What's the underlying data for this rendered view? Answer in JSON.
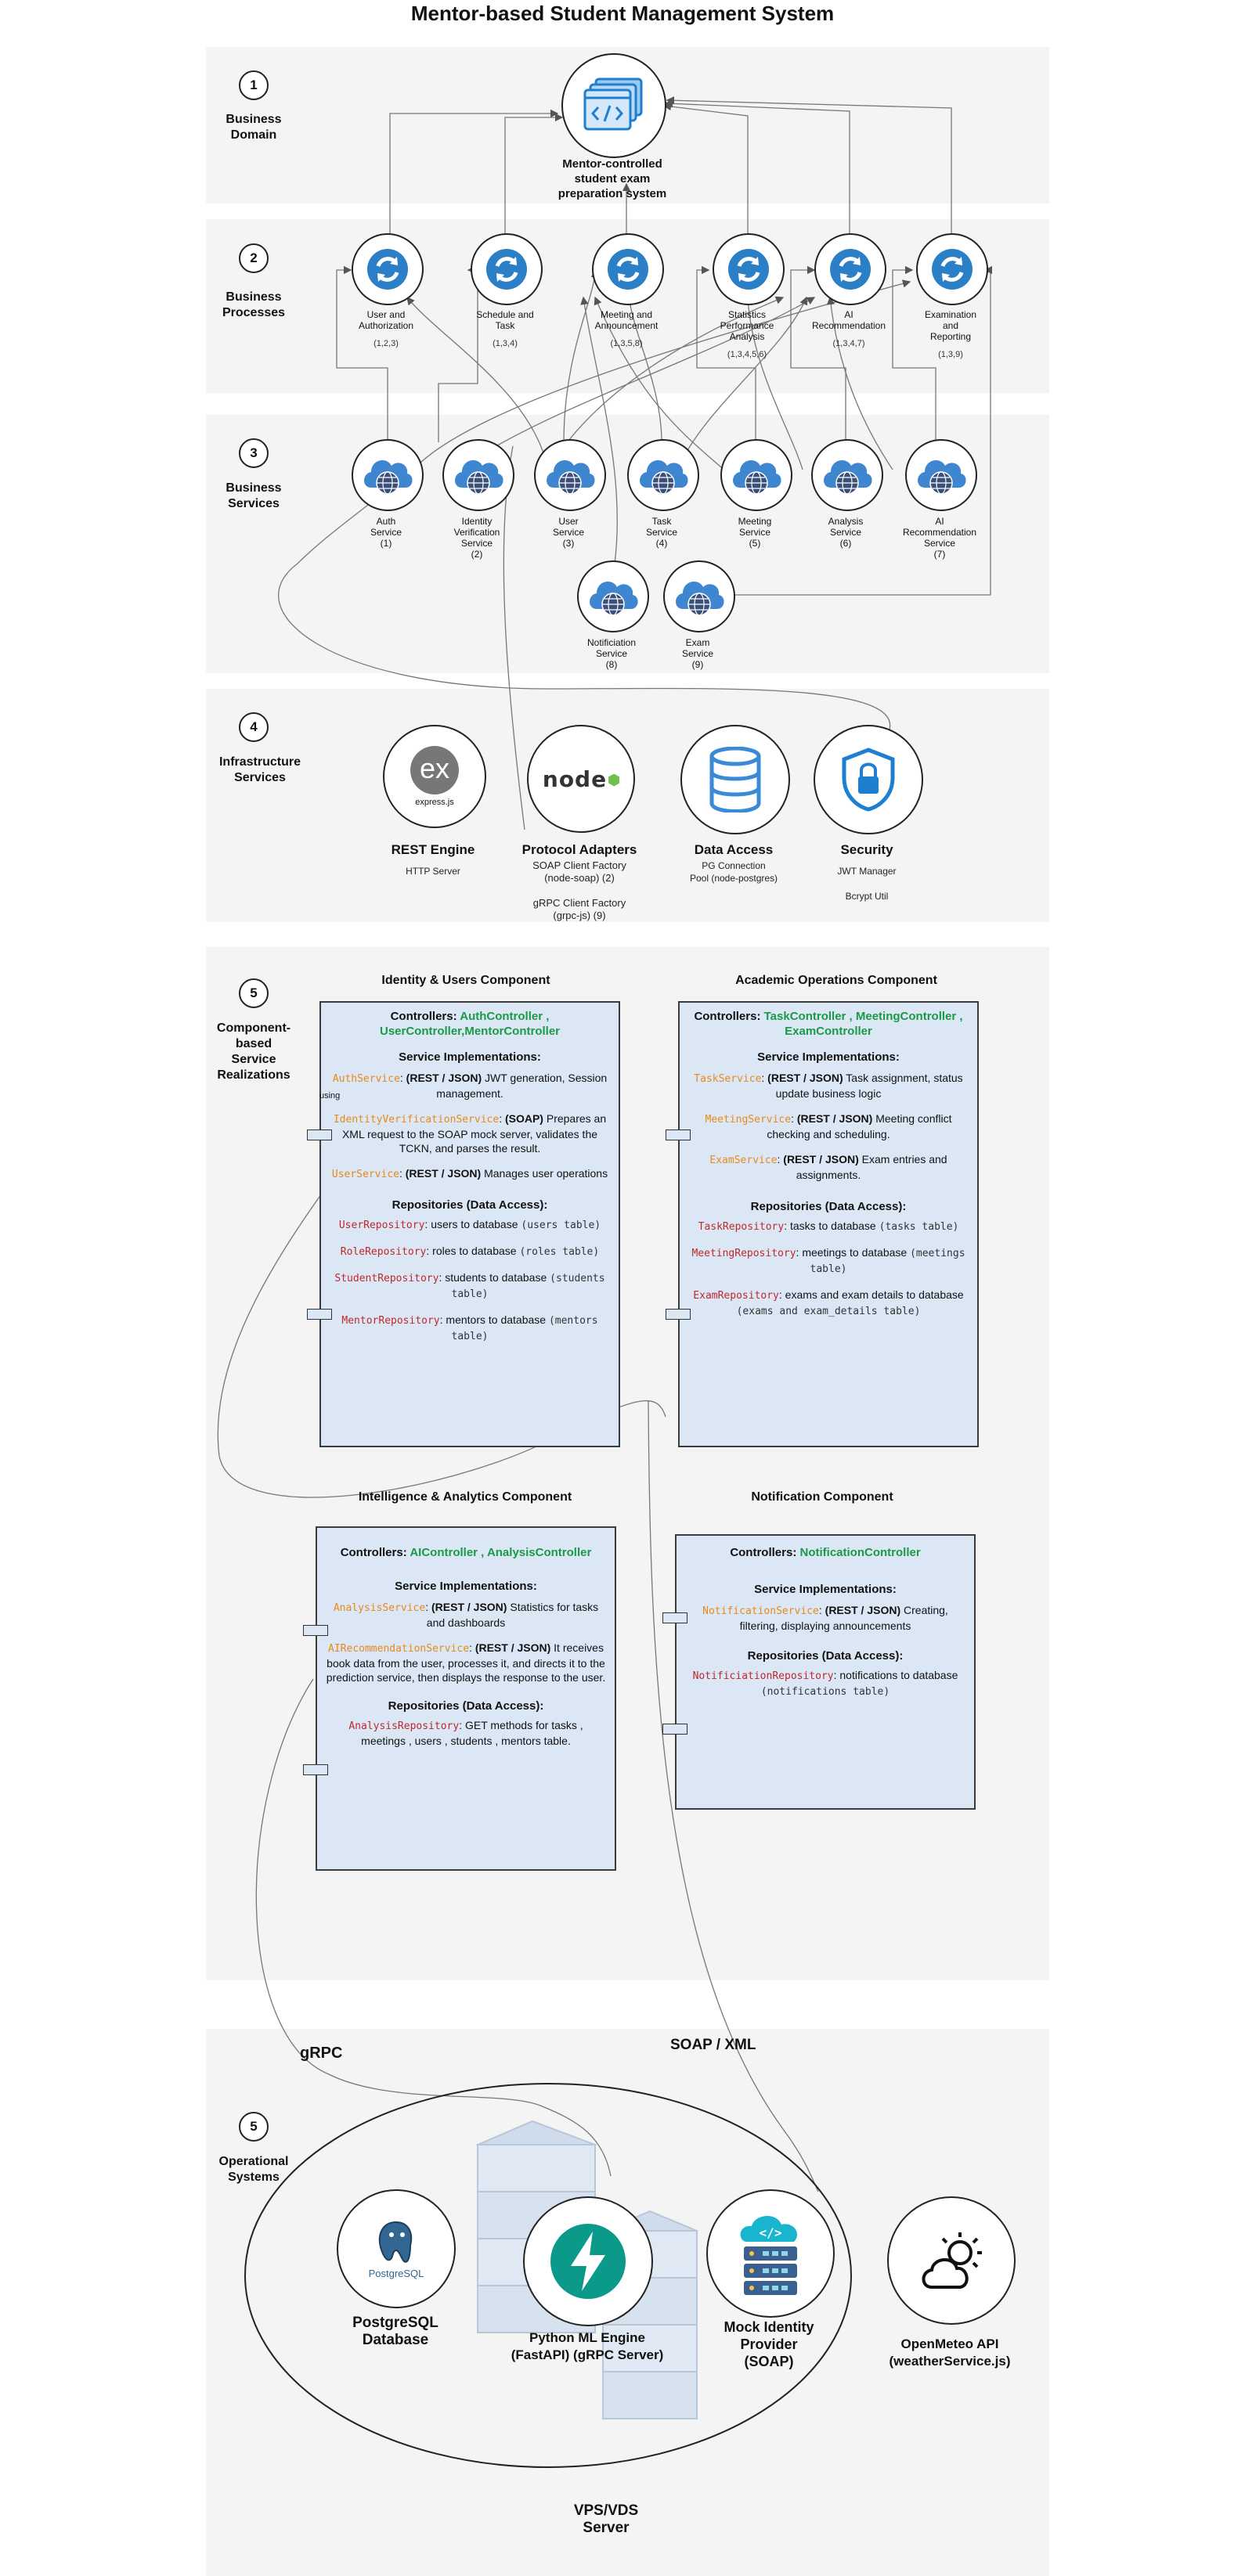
{
  "title": "Mentor-based Student Management System",
  "layers": [
    {
      "num": "1",
      "name": "Business\nDomain"
    },
    {
      "num": "2",
      "name": "Business\nProcesses"
    },
    {
      "num": "3",
      "name": "Business\nServices"
    },
    {
      "num": "4",
      "name": "Infrastructure\nServices"
    },
    {
      "num": "5",
      "name": "Component-\nbased\nService\nRealizations"
    },
    {
      "num": "5",
      "name": "Operational\nSystems"
    }
  ],
  "domain_node": {
    "label": "Mentor-controlled\nstudent exam\npreparation system",
    "icon": "code-window-icon"
  },
  "processes": [
    {
      "label": "User and\nAuthorization",
      "code": "(1,2,3)"
    },
    {
      "label": "Schedule and\nTask",
      "code": "(1,3,4)"
    },
    {
      "label": "Meeting and\nAnnouncement",
      "code": "(1,3,5,8)"
    },
    {
      "label": "Statistics\nPerformance\nAnalysis",
      "code": "(1,3,4,5,6)"
    },
    {
      "label": "AI\nRecommendation",
      "code": "(1,3,4,7)"
    },
    {
      "label": "Examination\nand\nReporting",
      "code": "(1,3,9)"
    }
  ],
  "services": [
    {
      "label": "Auth\nService\n(1)"
    },
    {
      "label": "Identity\nVerification\nService\n(2)"
    },
    {
      "label": "User\nService\n(3)"
    },
    {
      "label": "Task\nService\n(4)"
    },
    {
      "label": "Meeting\nService\n(5)"
    },
    {
      "label": "Analysis\nService\n(6)"
    },
    {
      "label": "AI\nRecommendation\nService\n(7)"
    },
    {
      "label": "Notificiation\nService\n(8)"
    },
    {
      "label": "Exam\nService\n(9)"
    }
  ],
  "infrastructure": [
    {
      "title": "REST Engine",
      "sub": "HTTP Server",
      "logo_text": "ex",
      "logo_caption": "express.js",
      "icon": "express-logo-icon"
    },
    {
      "title": "Protocol Adapters",
      "sub": "SOAP Client Factory\n(node-soap) (2)\n\ngRPC Client Factory\n(grpc-js) (9)",
      "logo_text": "node",
      "icon": "nodejs-logo-icon"
    },
    {
      "title": "Data Access",
      "sub": "PG Connection\nPool (node-postgres)",
      "icon": "database-icon"
    },
    {
      "title": "Security",
      "sub": "JWT Manager\n\nBcrypt Util",
      "icon": "shield-lock-icon"
    }
  ],
  "components": {
    "identity": {
      "title": "Identity & Users Component",
      "controllers_label": "Controllers:",
      "controllers": "AuthController , UserController,MentorController",
      "impl_heading": "Service Implementations:",
      "impl": [
        {
          "name": "AuthService",
          "proto": "(REST / JSON)",
          "desc": "JWT generation, Session management."
        },
        {
          "name": "IdentityVerificationService",
          "proto": "(SOAP)",
          "desc": "Prepares an XML request to the SOAP mock server, validates the TCKN, and parses the result."
        },
        {
          "name": "UserService",
          "proto": "(REST / JSON)",
          "desc": "Manages user operations"
        }
      ],
      "repo_heading": "Repositories (Data Access):",
      "repos": [
        {
          "name": "UserRepository",
          "desc": "users to database",
          "table": "(users table)"
        },
        {
          "name": "RoleRepository",
          "desc": "roles to database",
          "table": "(roles table)"
        },
        {
          "name": "StudentRepository",
          "desc": "students to database",
          "table": "(students table)"
        },
        {
          "name": "MentorRepository",
          "desc": "mentors to database",
          "table": "(mentors table)"
        }
      ],
      "using_label": "using"
    },
    "academic": {
      "title": "Academic Operations Component",
      "controllers_label": "Controllers:",
      "controllers": "TaskController , MeetingController , ExamController",
      "impl_heading": "Service Implementations:",
      "impl": [
        {
          "name": "TaskService",
          "proto": "(REST / JSON)",
          "desc": "Task assignment, status update business logic"
        },
        {
          "name": "MeetingService",
          "proto": "(REST / JSON)",
          "desc": "Meeting conflict checking and scheduling."
        },
        {
          "name": "ExamService",
          "proto": "(REST / JSON)",
          "desc": "Exam entries and assignments."
        }
      ],
      "repo_heading": "Repositories (Data Access):",
      "repos": [
        {
          "name": "TaskRepository",
          "desc": "tasks to database",
          "table": "(tasks table)"
        },
        {
          "name": "MeetingRepository",
          "desc": "meetings to database",
          "table": "(meetings table)"
        },
        {
          "name": "ExamRepository",
          "desc": "exams and exam details to database",
          "table": "(exams and exam_details table)"
        }
      ]
    },
    "intelligence": {
      "title": "Intelligence & Analytics Component",
      "controllers_label": "Controllers:",
      "controllers": "AIController , AnalysisController",
      "impl_heading": "Service Implementations:",
      "impl": [
        {
          "name": "AnalysisService",
          "proto": "(REST / JSON)",
          "desc": "Statistics for tasks and dashboards"
        },
        {
          "name": "AIRecommendationService",
          "proto": "(REST / JSON)",
          "desc": "It receives book data from the user, processes it, and directs it to the prediction service, then displays the response to the user."
        }
      ],
      "repo_heading": "Repositories (Data Access):",
      "repos": [
        {
          "name": "AnalysisRepository",
          "desc": "GET methods for tasks , meetings , users , students , mentors table."
        }
      ]
    },
    "notification": {
      "title": "Notification Component",
      "controllers_label": "Controllers:",
      "controllers": "NotificationController",
      "impl_heading": "Service Implementations:",
      "impl": [
        {
          "name": "NotificationService",
          "proto": "(REST / JSON)",
          "desc": "Creating, filtering, displaying announcements"
        }
      ],
      "repo_heading": "Repositories (Data Access):",
      "repos": [
        {
          "name": "NotificiationRepository",
          "desc": "notifications to database",
          "table": "(notifications table)"
        }
      ]
    }
  },
  "operational": {
    "grpc_label": "gRPC",
    "soap_label": "SOAP / XML",
    "postgres": {
      "title": "PostgreSQL\nDatabase",
      "logo_text": "PostgreSQL",
      "icon": "postgresql-logo-icon"
    },
    "python": {
      "title": "Python ML Engine\n(FastAPI) (gRPC Server)",
      "icon": "fastapi-bolt-icon"
    },
    "mock": {
      "title": "Mock Identity\nProvider\n(SOAP)",
      "icon": "server-code-icon"
    },
    "weather": {
      "title": "OpenMeteo API\n(weatherService.js)",
      "icon": "sun-cloud-icon"
    },
    "server": {
      "title": "VPS/VDS\nServer"
    }
  },
  "colors": {
    "layer_bg": "#f4f4f4",
    "box_bg": "#dce7f6",
    "green": "#1a9a46",
    "orange": "#e8891a",
    "red": "#c0282b",
    "accent": "#1e7fd0"
  }
}
